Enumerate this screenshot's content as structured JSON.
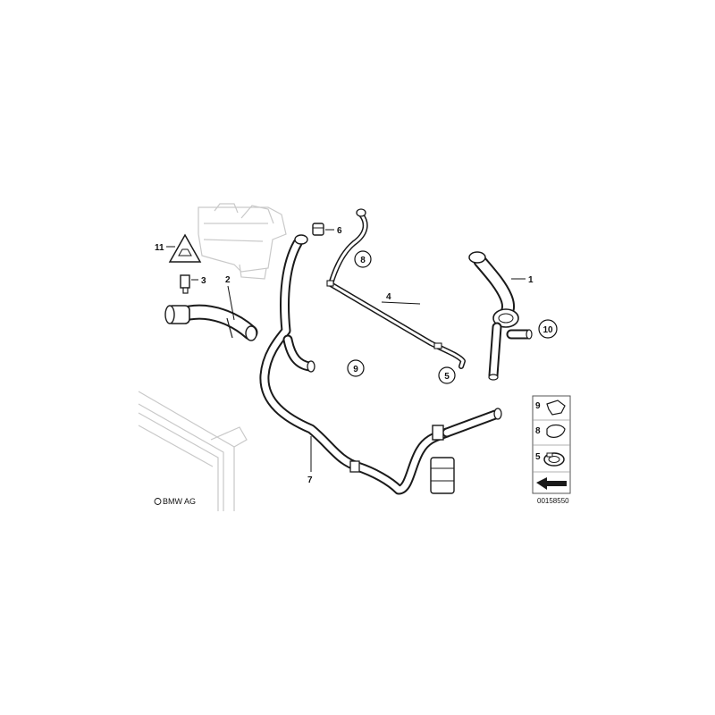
{
  "diagram": {
    "part_labels": {
      "p1": "1",
      "p2": "2",
      "p3": "3",
      "p4": "4",
      "p6": "6",
      "p7": "7",
      "p11": "11"
    },
    "circled_labels": {
      "c8": "8",
      "c5": "5",
      "c9": "9",
      "c10": "10"
    },
    "legend": {
      "items": [
        {
          "label": "9"
        },
        {
          "label": "8"
        },
        {
          "label": "5"
        }
      ]
    },
    "copyright": "BMW AG",
    "document_number": "00158550"
  }
}
